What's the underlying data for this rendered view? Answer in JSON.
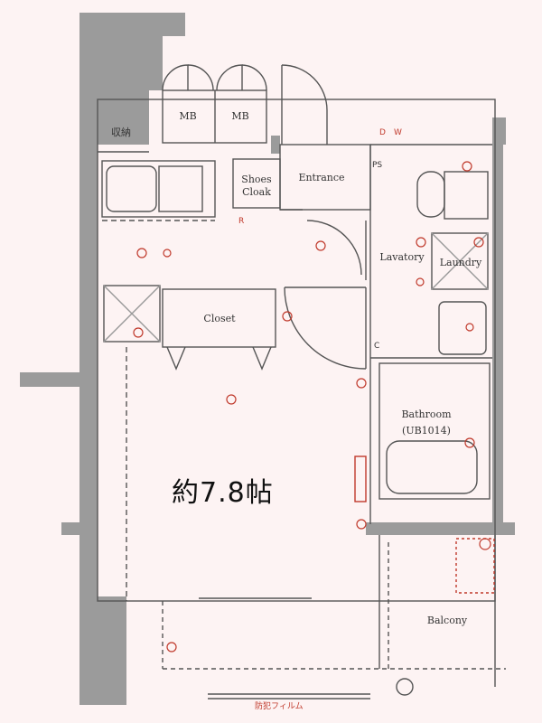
{
  "floorplan": {
    "area_label": "約7.8帖",
    "rooms": {
      "storage": "収納",
      "mb_left": "MB",
      "mb_right": "MB",
      "shoes_cloak_line1": "Shoes",
      "shoes_cloak_line2": "Cloak",
      "entrance": "Entrance",
      "lavatory": "Lavatory",
      "laundry": "Laundry",
      "closet": "Closet",
      "bathroom": "Bathroom",
      "bathroom_unit": "(UB1014)",
      "balcony": "Balcony"
    },
    "marks": {
      "ps": "PS",
      "d": "D",
      "w": "W",
      "r": "R",
      "c": "C",
      "film": "防犯フィルム"
    },
    "colors": {
      "background": "#fdf3f3",
      "wall": "#9b9b9b",
      "line": "#555555",
      "fixture": "#c0392b"
    }
  }
}
